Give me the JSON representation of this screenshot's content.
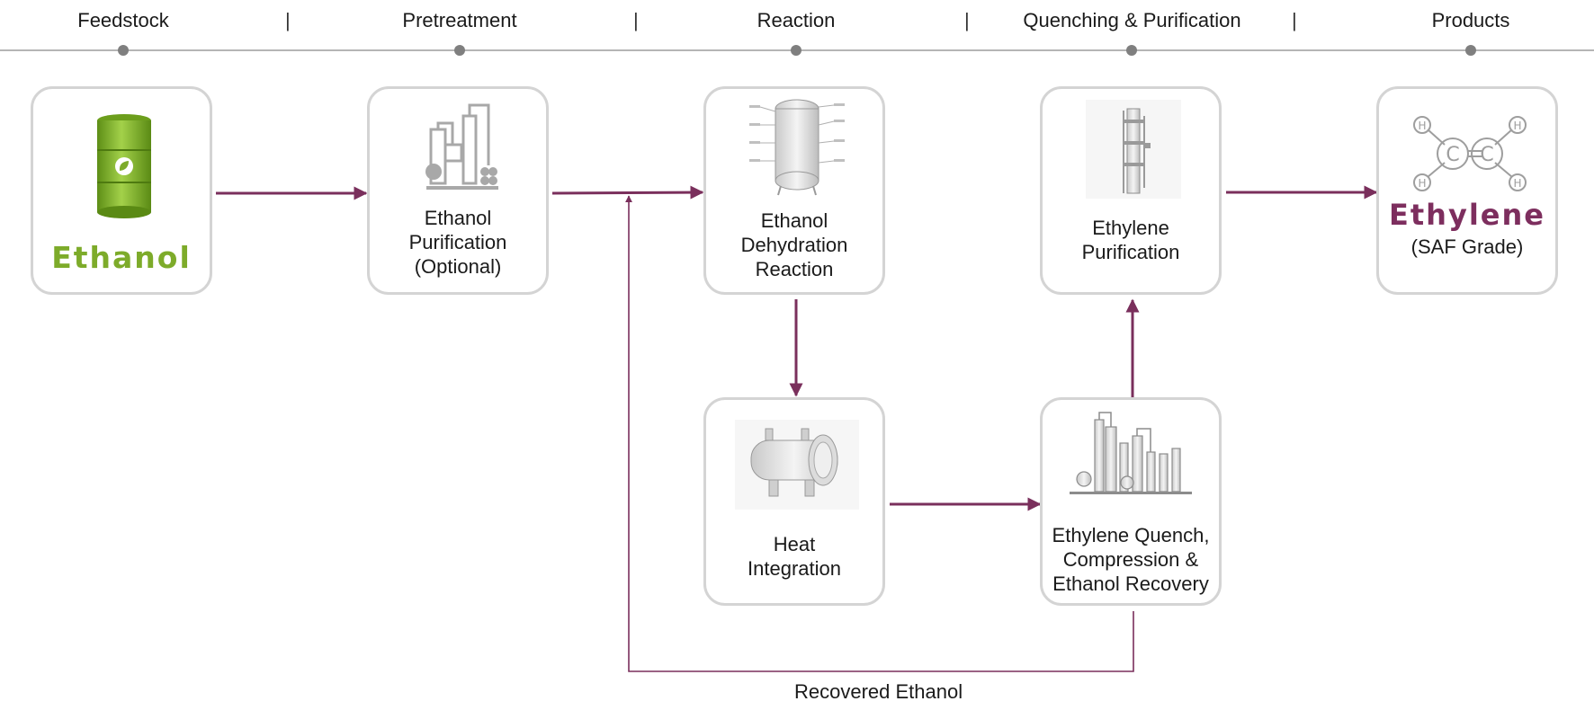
{
  "stages": [
    "Feedstock",
    "Pretreatment",
    "Reaction",
    "Quenching & Purification",
    "Products"
  ],
  "separator": "|",
  "feedstock": {
    "brand": "Ethanol"
  },
  "boxes": {
    "purification_opt": [
      "Ethanol",
      "Purification",
      "(Optional)"
    ],
    "dehydration": [
      "Ethanol",
      "Dehydration",
      "Reaction"
    ],
    "ethylene_purification": [
      "Ethylene",
      "Purification"
    ],
    "heat_integration": [
      "Heat",
      "Integration"
    ],
    "quench": [
      "Ethylene Quench,",
      "Compression &",
      "Ethanol Recovery"
    ]
  },
  "product": {
    "brand": "Ethylene",
    "grade": "(SAF Grade)",
    "atom_h": "H",
    "atom_c": "C"
  },
  "recycle_label": "Recovered Ethanol",
  "colors": {
    "flow": "#7a2f5c",
    "ethanol_green": "#7dab2a",
    "ethylene_purple": "#7d2e5e",
    "box_border": "#d4d4d4",
    "timeline": "#b5b5b5"
  },
  "icons": [
    "ethanol-barrel-icon",
    "distillation-plant-icon",
    "reactor-vessel-icon",
    "column-tower-icon",
    "heat-exchanger-icon",
    "refinery-icon",
    "ethylene-molecule-icon"
  ]
}
